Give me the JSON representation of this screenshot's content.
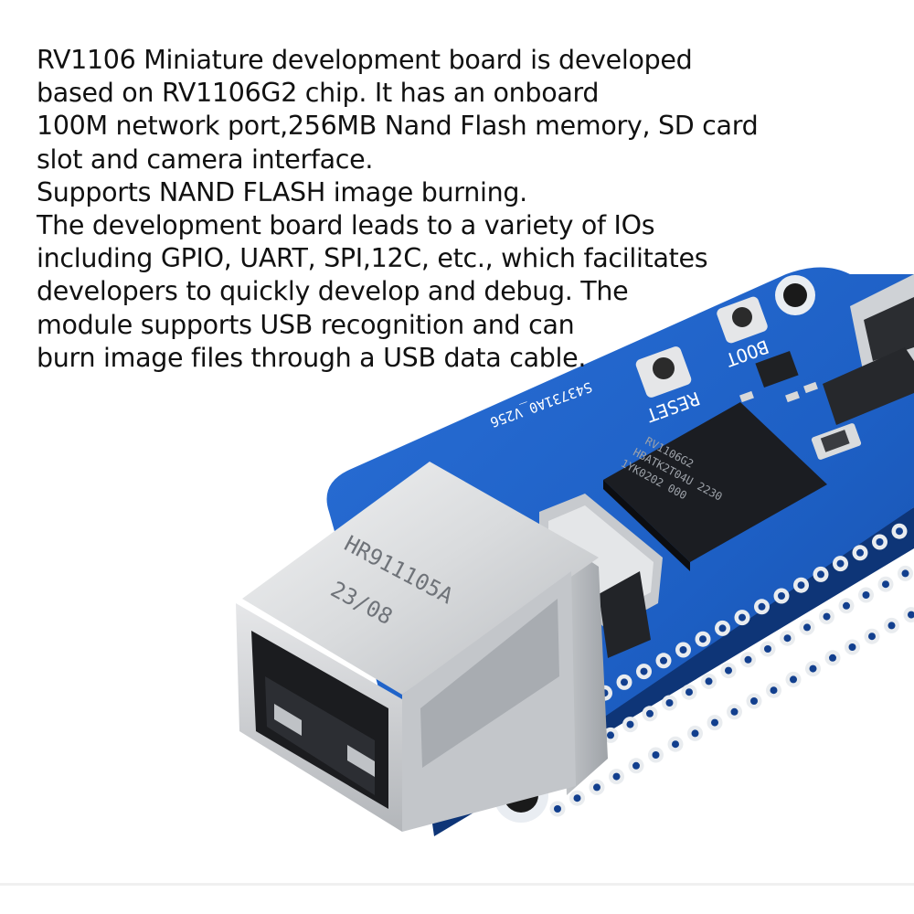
{
  "description": {
    "lines": [
      "RV1106 Miniature  development board is developed",
      "based on RV1106G2 chip. It has an onboard",
      "100M network port,256MB Nand Flash memory, SD card",
      "slot and camera interface.",
      "Supports NAND FLASH image burning.",
      "The development board leads to a variety of IOs",
      "including GPIO, UART, SPI,12C, etc., which facilitates",
      "developers to quickly develop and debug. The",
      "module supports USB recognition and can",
      "burn image files through a USB data cable."
    ]
  },
  "board": {
    "boot_label": "BOOT",
    "reset_label": "RESET",
    "serial_label": "S43731A0_V256",
    "chip_lines": [
      "RV1106G2",
      "HBATK2T04U 2230",
      "1YK0202 000"
    ],
    "rj45_model": "HR911105A",
    "rj45_date": "23/08"
  },
  "colors": {
    "pcb": "#1d5fc4",
    "pcb_dark": "#123f8e",
    "pad": "#e9ecef",
    "chip": "#1b1d22",
    "metal": "#d7d9dc",
    "text": "#111111"
  }
}
